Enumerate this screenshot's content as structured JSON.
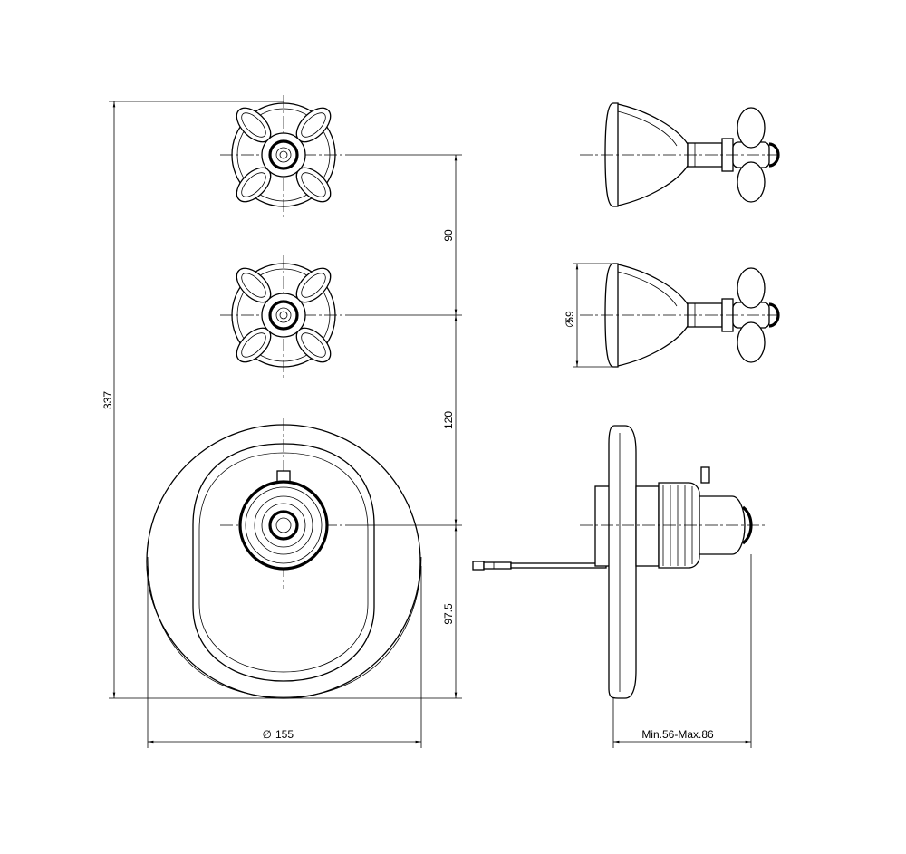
{
  "dimensions": {
    "total_height": "337",
    "handle_spacing": "90",
    "handle_to_center": "120",
    "center_to_bottom": "97.5",
    "plate_diameter": "155",
    "rosette_diameter": "59",
    "depth": "Min.56-Max.86"
  },
  "symbols": {
    "diameter": "∅"
  },
  "icons": {
    "front_handle": "cross-handle-front-icon",
    "side_handle": "cross-handle-side-icon",
    "mixer_front": "thermostatic-mixer-front-icon",
    "mixer_side": "thermostatic-mixer-side-icon"
  }
}
